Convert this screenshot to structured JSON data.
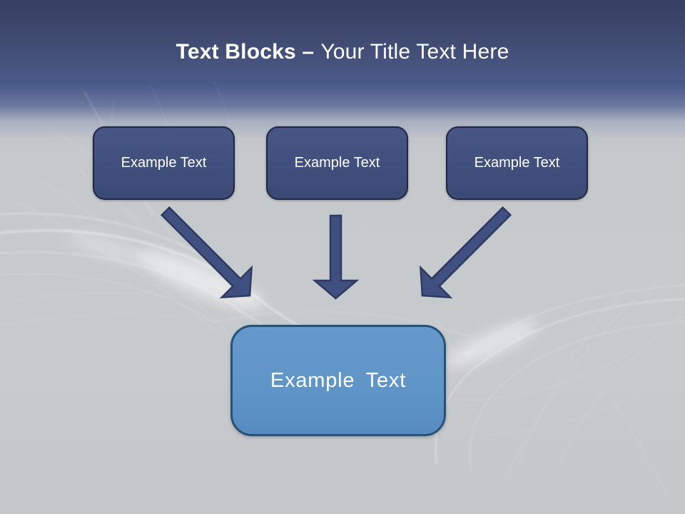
{
  "title": {
    "bold": "Text Blocks –",
    "regular": "Your Title Text Here"
  },
  "blocks": {
    "top": [
      {
        "label": "Example Text"
      },
      {
        "label": "Example Text"
      },
      {
        "label": "Example Text"
      }
    ],
    "center": {
      "label": "Example Text"
    }
  },
  "arrows": [
    {
      "name": "arrow-left-diagonal",
      "direction": "down-right"
    },
    {
      "name": "arrow-middle",
      "direction": "down"
    },
    {
      "name": "arrow-right-diagonal",
      "direction": "down-left"
    }
  ],
  "colors": {
    "header_top": "#353f64",
    "header_blue": "#4b5b89",
    "background_gray": "#c6c9cc",
    "block_fill": "#41507d",
    "block_border": "#1f2742",
    "center_fill": "#6095c8",
    "center_border": "#265179",
    "arrow_fill": "#3f5080",
    "arrow_outline": "#2e3a5f",
    "title_text": "#ffffff",
    "block_text": "#ffffff"
  }
}
